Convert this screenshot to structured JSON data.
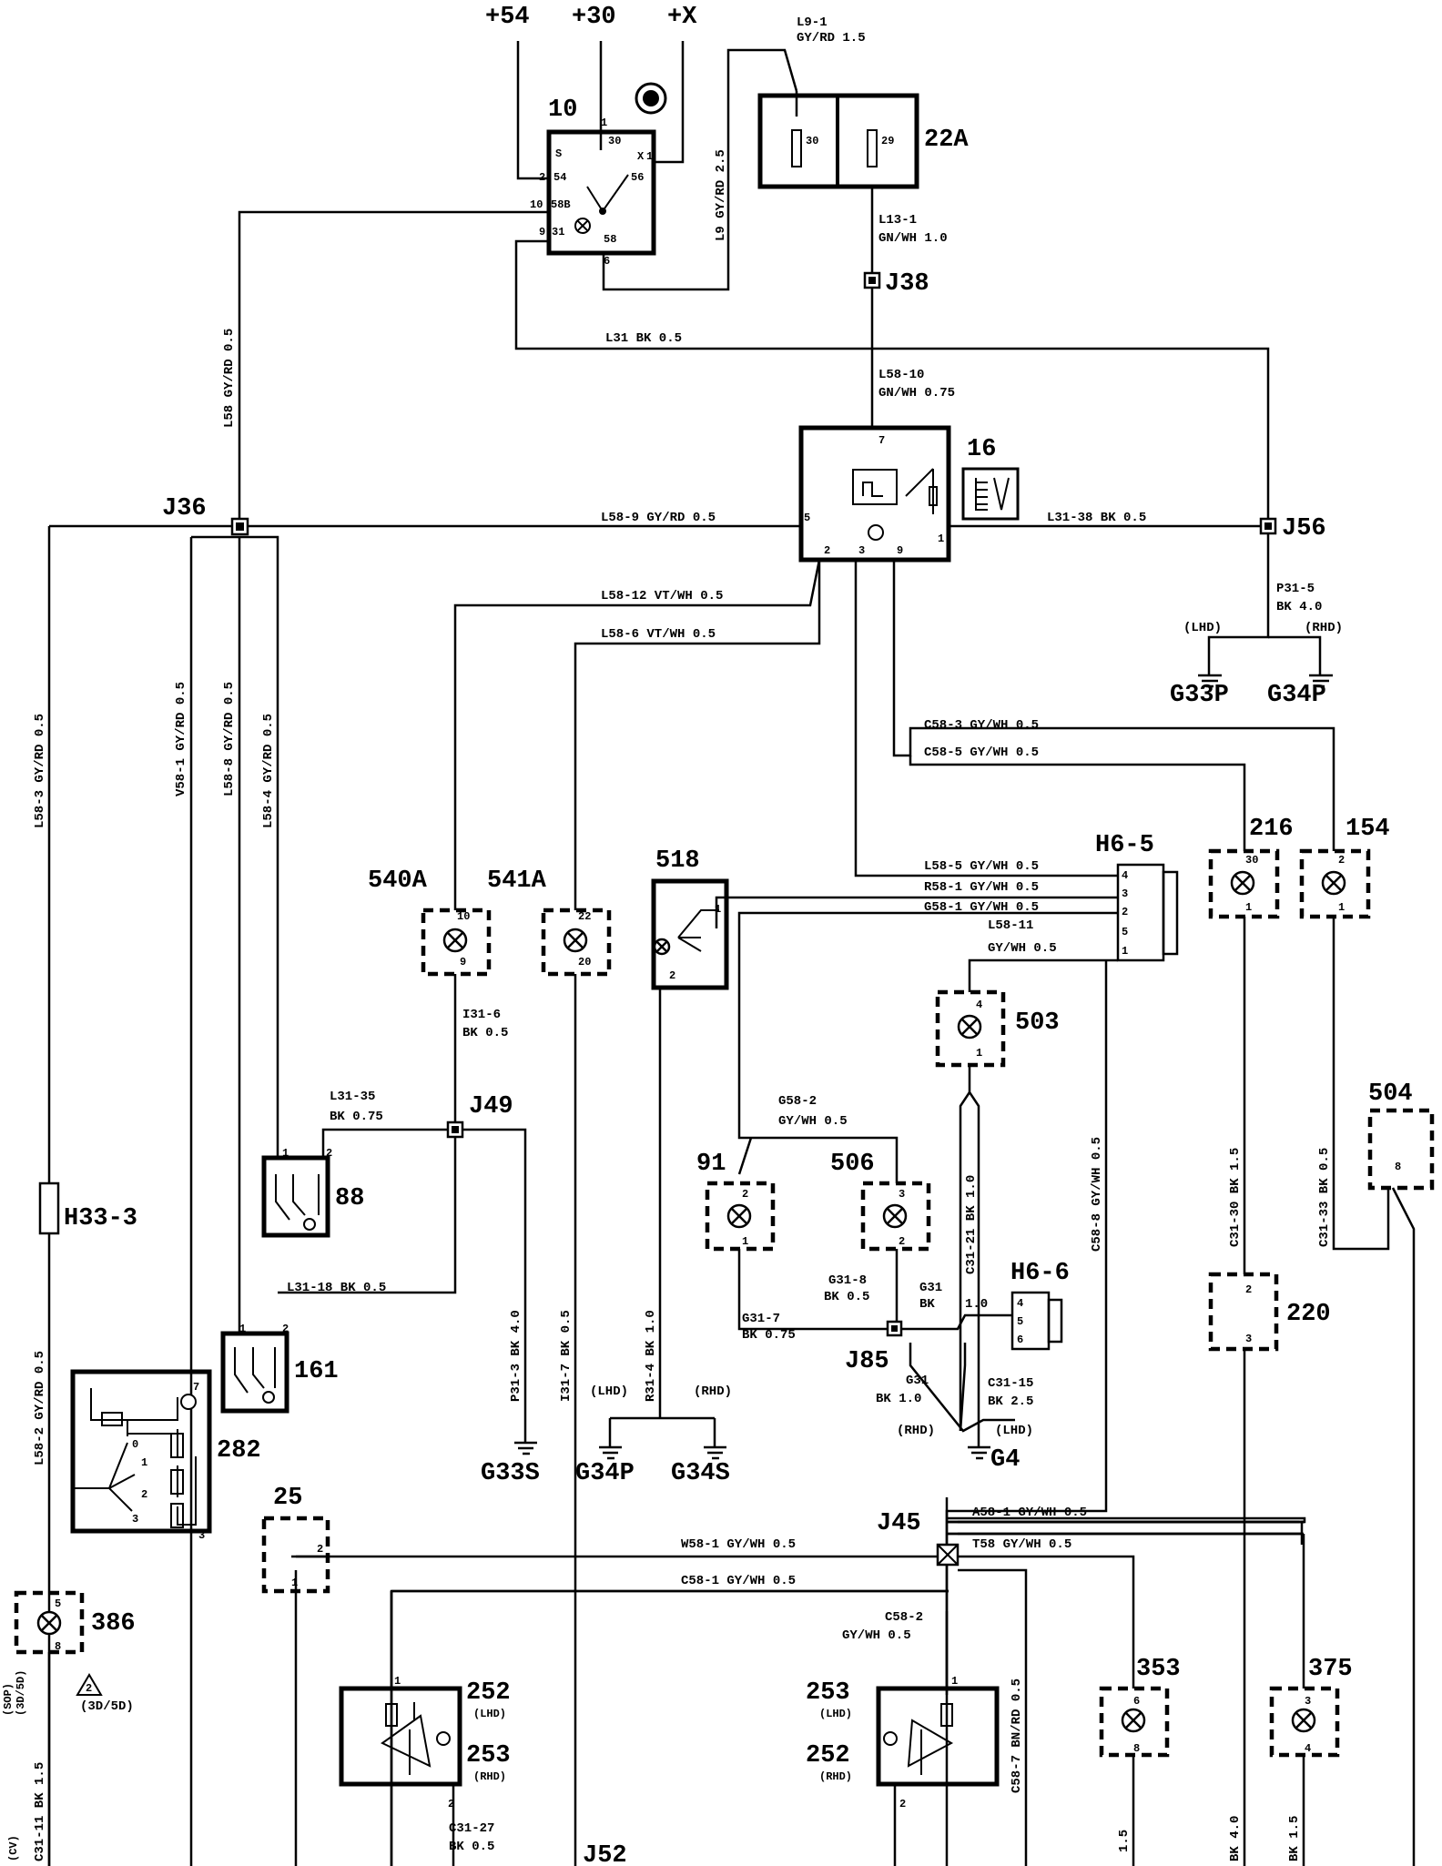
{
  "supply": {
    "p54": "+54",
    "p30": "+30",
    "px": "+X"
  },
  "components": {
    "c10": "10",
    "c22a": "22A",
    "c16": "16",
    "j38": "J38",
    "j36": "J36",
    "j56": "J56",
    "c540a": "540A",
    "c541a": "541A",
    "c518": "518",
    "h65": "H6-5",
    "c216": "216",
    "c154": "154",
    "c503": "503",
    "j49": "J49",
    "c88": "88",
    "c504": "504",
    "c91": "91",
    "c506": "506",
    "h33": "H33-3",
    "c161": "161",
    "h66": "H6-6",
    "j85": "J85",
    "c220": "220",
    "c282": "282",
    "c25": "25",
    "j45": "J45",
    "c386": "386",
    "c252a": "252",
    "c253a": "253",
    "c253b": "253",
    "c252b": "252",
    "c353": "353",
    "c375": "375",
    "j52": "J52"
  },
  "grounds": {
    "g33p": "G33P",
    "g34p": "G34P",
    "g33s": "G33S",
    "g34p2": "G34P",
    "g34s": "G34S",
    "g4": "G4"
  },
  "wires": {
    "l9_1a": "L9-1",
    "l9_1b": "GY/RD 1.5",
    "l13_1a": "L13-1",
    "l13_1b": "GN/WH 1.0",
    "l9v": "L9 GY/RD 2.5",
    "l58v": "L58 GY/RD 0.5",
    "l31": "L31 BK 0.5",
    "l58_10a": "L58-10",
    "l58_10b": "GN/WH 0.75",
    "l58_9": "L58-9 GY/RD 0.5",
    "l31_38": "L31-38 BK 0.5",
    "p31_5a": "P31-5",
    "p31_5b": "BK 4.0",
    "lhd": "(LHD)",
    "rhd": "(RHD)",
    "l58_12": "L58-12 VT/WH 0.5",
    "l58_6": "L58-6 VT/WH 0.5",
    "c58_3": "C58-3 GY/WH 0.5",
    "c58_5": "C58-5 GY/WH 0.5",
    "l58_3v": "L58-3 GY/RD 0.5",
    "v58_1v": "V58-1 GY/RD 0.5",
    "l58_8v": "L58-8 GY/RD 0.5",
    "l58_4v": "L58-4 GY/RD 0.5",
    "l58_5": "L58-5 GY/WH 0.5",
    "r58_1": "R58-1 GY/WH 0.5",
    "g58_1": "G58-1 GY/WH 0.5",
    "l58_11a": "L58-11",
    "l58_11b": "GY/WH 0.5",
    "i31_6a": "I31-6",
    "i31_6b": "BK 0.5",
    "l31_35a": "L31-35",
    "l31_35b": "BK 0.75",
    "g58_2a": "G58-2",
    "g58_2b": "GY/WH 0.5",
    "c31_21v": "C31-21 BK 1.0",
    "c58_8v": "C58-8 GY/WH 0.5",
    "c31_30v": "C31-30 BK 1.5",
    "c31_33v": "C31-33 BK 0.5",
    "l58_2v": "L58-2 GY/RD 0.5",
    "l31_18": "L31-18 BK 0.5",
    "g31_8a": "G31-8",
    "g31_8b": "BK 0.5",
    "g31a": "G31",
    "g31b": "BK",
    "g31c": "1.0",
    "g31_7a": "G31-7",
    "g31_7b": "BK 0.75",
    "p31_3v": "P31-3 BK 4.0",
    "i31_7v": "I31-7 BK 0.5",
    "r31_4v": "R31-4 BK 1.0",
    "g31b1": "G31",
    "g31b2": "BK 1.0",
    "c31_15a": "C31-15",
    "c31_15b": "BK 2.5",
    "a58_1": "A58-1 GY/WH 0.5",
    "w58_1": "W58-1 GY/WH 0.5",
    "t58": "T58 GY/WH 0.5",
    "c58_1": "C58-1 GY/WH 0.5",
    "c58_2a": "C58-2",
    "c58_2b": "GY/WH 0.5",
    "c58_7v": "C58-7 BN/RD 0.5",
    "c31_27a": "C31-27",
    "c31_27b": "BK 0.5",
    "c31_11v": "C31-11 BK 1.5",
    "var_sop": "(SOP)",
    "var_3d5d": "(3D/5D)",
    "var_cv": "(CV)",
    "note_3d5d": "(3D/5D)",
    "lhd252": "(LHD)",
    "rhd253": "(RHD)",
    "lhd253": "(LHD)",
    "rhd252": "(RHD)",
    "bk15_353": "1.5",
    "bk40_v": "BK 4.0",
    "bk15_375": "BK 1.5"
  },
  "pins": {
    "p10_1": "1",
    "p10_30": "30",
    "p10_x": "X",
    "p10_1b": "1",
    "p10_s": "S",
    "p10_2": "2",
    "p10_54": "54",
    "p10_56": "56",
    "p10_10": "10",
    "p10_58b": "58B",
    "p10_9": "9",
    "p10_31": "31",
    "p10_58": "58",
    "p10_6": "6",
    "p22_30": "30",
    "p22_29": "29",
    "p16_7": "7",
    "p16_5": "5",
    "p16_2": "2",
    "p16_3": "3",
    "p16_9": "9",
    "p16_1": "1",
    "p540_10": "10",
    "p540_9": "9",
    "p541_22": "22",
    "p541_20": "20",
    "p518_1": "1",
    "p518_2": "2",
    "h65_4": "4",
    "h65_3": "3",
    "h65_2": "2",
    "h65_5": "5",
    "h65_1": "1",
    "p216_30": "30",
    "p216_1": "1",
    "p154_2": "2",
    "p154_1": "1",
    "p503_4": "4",
    "p503_1": "1",
    "p88_1": "1",
    "p88_2": "2",
    "p504_8": "8",
    "p91_2": "2",
    "p91_1": "1",
    "p506_3": "3",
    "p506_2": "2",
    "h66_4": "4",
    "h66_5": "5",
    "h66_6": "6",
    "p161_1": "1",
    "p161_2": "2",
    "p220_2": "2",
    "p220_3": "3",
    "p282_7": "7",
    "p282_0": "0",
    "p282_1": "1",
    "p282_2": "2",
    "p282_3": "3",
    "p282_3b": "3",
    "p25_2": "2",
    "p25_1": "1",
    "p386_5": "5",
    "p386_8": "8",
    "p252_1": "1",
    "p252_2": "2",
    "p253_1": "1",
    "p253_2": "2",
    "p353_6": "6",
    "p353_8": "8",
    "p375_3": "3",
    "p375_4": "4"
  }
}
